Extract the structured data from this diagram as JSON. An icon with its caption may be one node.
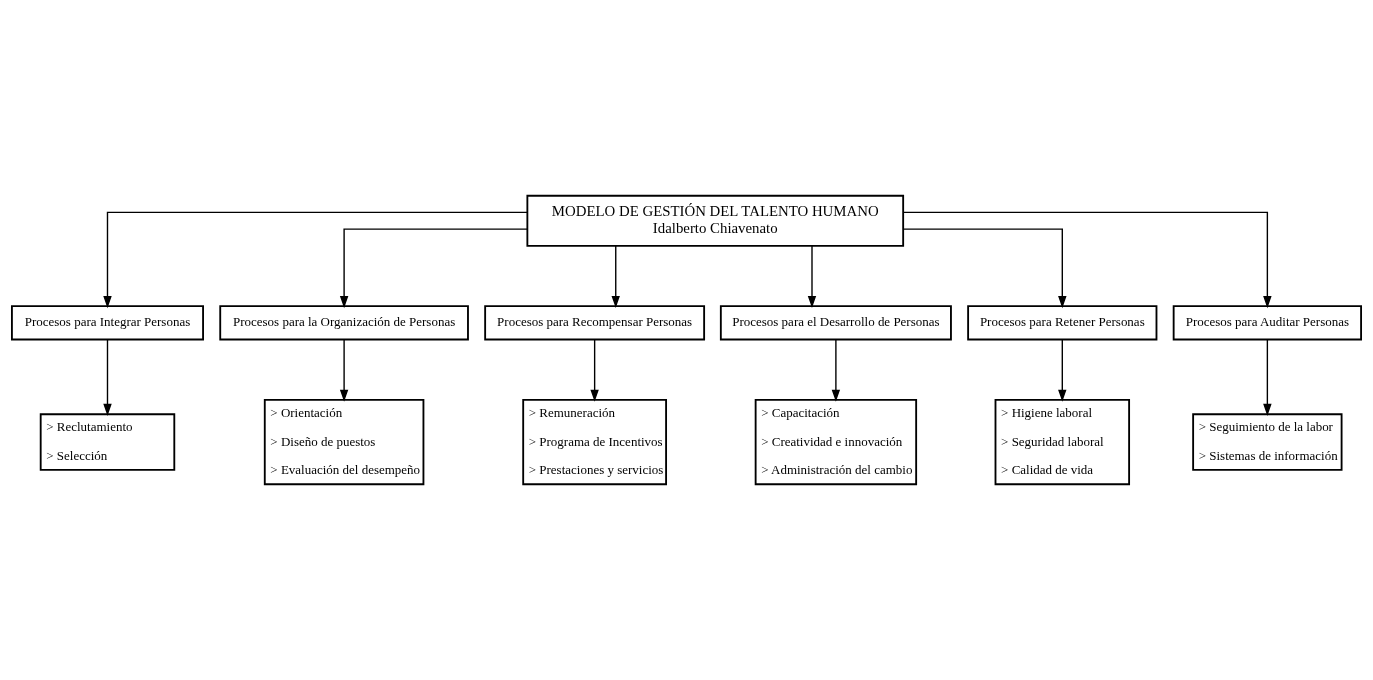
{
  "diagram": {
    "nodes": [
      {
        "text": [
          "MODELO DE GESTIÓN DEL TALENTO HUMANO",
          "Idalberto Chiavenato"
        ]
      },
      {
        "text": [
          "Procesos para Integrar Personas"
        ]
      },
      {
        "text": [
          "Procesos para la Organización de Personas"
        ]
      },
      {
        "text": [
          "Procesos para Recompensar Personas"
        ]
      },
      {
        "text": [
          "Procesos para el Desarrollo de Personas"
        ]
      },
      {
        "text": [
          "Procesos para Retener Personas"
        ]
      },
      {
        "text": [
          "Procesos para Auditar Personas"
        ]
      },
      {
        "text": [
          "> Reclutamiento",
          "> Selección"
        ]
      },
      {
        "text": [
          "> Orientación",
          "> Diseño de puestos",
          "> Evaluación del desempeño"
        ]
      },
      {
        "text": [
          "> Remuneración",
          "> Programa de Incentivos",
          "> Prestaciones y servicios"
        ]
      },
      {
        "text": [
          "> Capacitación",
          "> Creatividad e innovación",
          "> Administración del cambio"
        ]
      },
      {
        "text": [
          "> Higiene laboral",
          "> Seguridad laboral",
          "> Calidad de vida"
        ]
      },
      {
        "text": [
          "> Seguimiento de la labor",
          "> Sistemas de información"
        ]
      }
    ],
    "edges": [
      {
        "from": 0,
        "to": 1,
        "arrow": "to"
      },
      {
        "from": 0,
        "to": 2,
        "arrow": "to"
      },
      {
        "from": 0,
        "to": 3,
        "arrow": "to"
      },
      {
        "from": 0,
        "to": 4,
        "arrow": "to"
      },
      {
        "from": 0,
        "to": 5,
        "arrow": "to"
      },
      {
        "from": 0,
        "to": 6,
        "arrow": "to"
      },
      {
        "from": 1,
        "to": 7,
        "arrow": "to"
      },
      {
        "from": 2,
        "to": 8,
        "arrow": "to"
      },
      {
        "from": 3,
        "to": 9,
        "arrow": "to"
      },
      {
        "from": 4,
        "to": 10,
        "arrow": "to"
      },
      {
        "from": 5,
        "to": 11,
        "arrow": "to"
      },
      {
        "from": 6,
        "to": 12,
        "arrow": "to"
      }
    ]
  }
}
